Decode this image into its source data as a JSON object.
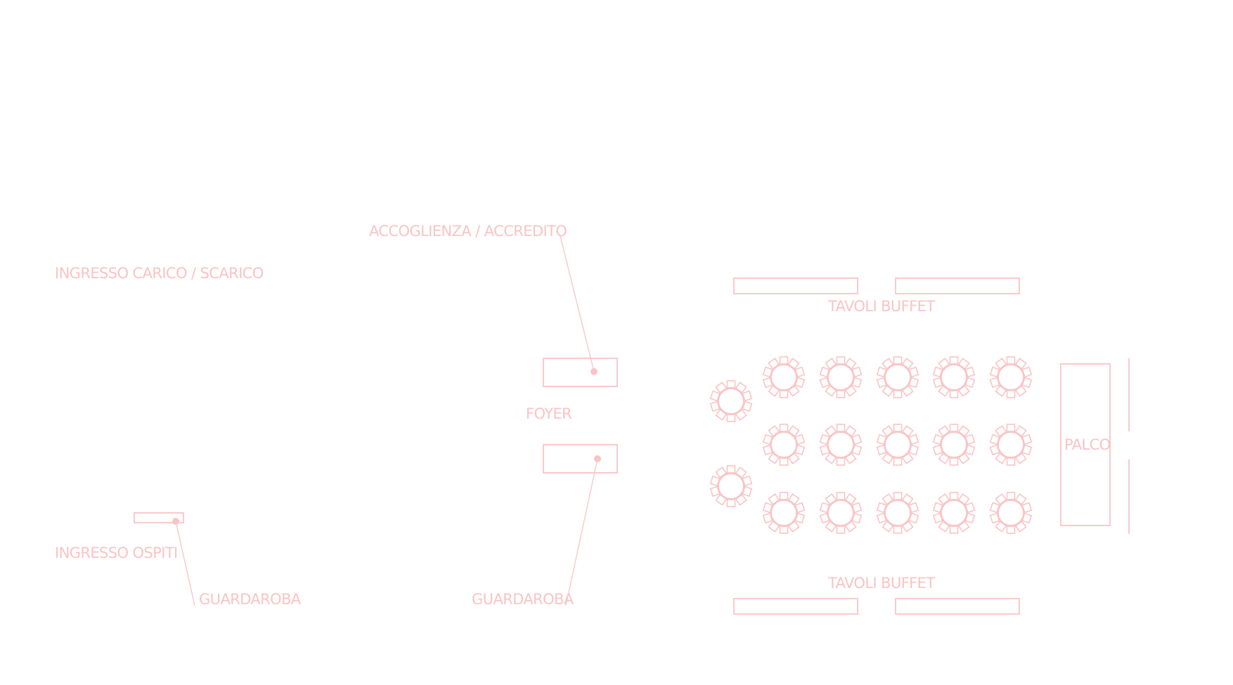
{
  "plan": {
    "color": "#f9c4c4",
    "labels": {
      "ingresso_carico": "INGRESSO CARICO / SCARICO",
      "accoglienza": "ACCOGLIENZA / ACCREDITO",
      "tavoli_buffet_top": "TAVOLI BUFFET",
      "foyer": "FOYER",
      "palco": "PALCO",
      "ingresso_ospiti": "INGRESSO OSPITI",
      "guardaroba_left": "GUARDAROBA",
      "guardaroba_center": "GUARDAROBA",
      "tavoli_buffet_bottom": "TAVOLI BUFFET"
    },
    "round_tables": {
      "count": 17,
      "seats_per_table": 10
    }
  }
}
